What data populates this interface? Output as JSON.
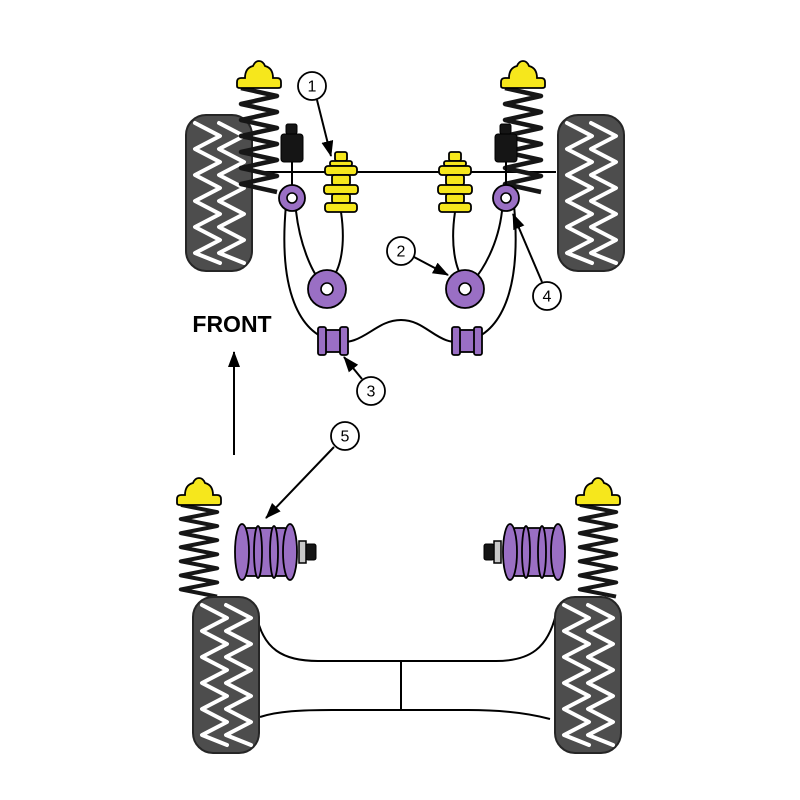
{
  "diagram": {
    "front_label": "FRONT",
    "callouts": [
      {
        "number": "1"
      },
      {
        "number": "2"
      },
      {
        "number": "3"
      },
      {
        "number": "4"
      },
      {
        "number": "5"
      }
    ],
    "colors": {
      "bush_purple": "#9a6fc4",
      "mount_yellow": "#f6e71c",
      "tire_dark": "#4d4d4d",
      "outline": "#000000",
      "background": "#ffffff"
    }
  }
}
